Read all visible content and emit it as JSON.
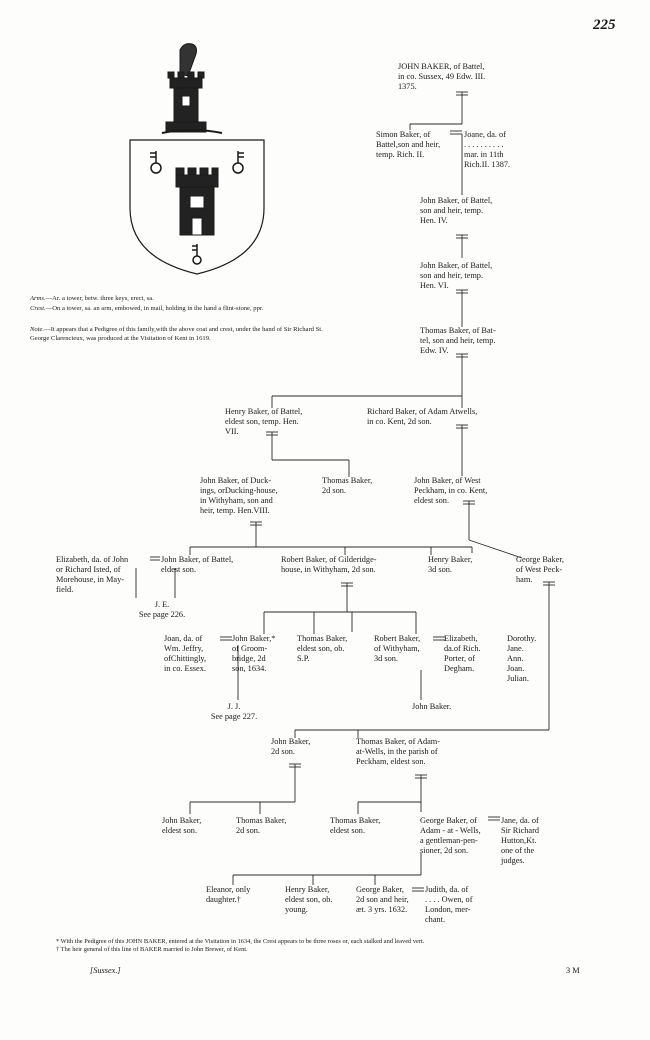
{
  "page_number": "225",
  "arms": {
    "arms_label": "Arms.",
    "arms_text": "—Ar. a tower, betw. three keys, erect, sa.",
    "crest_label": "Crest.",
    "crest_text": "—On a tower, sa. an arm, embowed, in mail, holding in the hand a flint-stone, ppr.",
    "note_label": "Note.",
    "note_text": "—It appears that a Pedigree of this family,with the above coat and crest, under the hand of Sir Richard St. George Clarencieux, was produced at the Visitation of Kent in 1619."
  },
  "people": {
    "john_1375": "JOHN BAKER, of Battel,\nin co. Sussex, 49 Edw. III.\n1375.",
    "simon": "Simon Baker, of\nBattel,son and heir,\ntemp. Rich. II.",
    "joane": "Joane, da. of\n. . . .  . . . . . .\nmar. in 11th\nRich.II. 1387.",
    "john_hen4": "John Baker, of Battel,\nson and heir, temp.\nHen. IV.",
    "john_hen6": "John Baker, of Battel,\nson and heir, temp.\nHen. VI.",
    "thomas_edw4": "Thomas Baker, of Bat-\ntel, son and heir, temp.\nEdw. IV.",
    "henry_hen7": "Henry Baker, of Battel,\neldest son, temp. Hen.\nVII.",
    "richard_adam": "Richard Baker, of Adam Atwells,\nin co. Kent, 2d son.",
    "john_duck": "John Baker, of Duck-\nings, orDucking-house,\nin Withyham, son and\nheir, temp. Hen.VIII.",
    "thomas_2d": "Thomas Baker,\n2d son.",
    "john_peckham": "John Baker, of West\nPeckham, in co. Kent,\neldest son.",
    "elizabeth_isted": "Elizabeth, da. of John\nor Richard Isted, of\nMorehouse, in May-\nfield.",
    "john_battel_eld": "John Baker, of Battel,\neldest son.",
    "robert_gild": "Robert Baker, of Gilderidge-\nhouse, in Withyham, 2d son.",
    "henry_3d": "Henry Baker,\n3d son.",
    "george_west": "George Baker,\nof West Peck-\nham.",
    "je_ref": "J. E.\nSee page 226.",
    "joan_jeffry": "Joan, da. of\nWm. Jeffry,\nofChittingly,\nin co. Essex.",
    "john_groom": "John Baker,*\nof Groom-\nbridge, 2d\nson, 1634.",
    "thomas_sp": "Thomas Baker,\neldest son, ob.\nS.P.",
    "robert_withy": "Robert Baker,\nof Withyham,\n3d son.",
    "elizabeth_porter": "Elizabeth,\nda.of Rich.\nPorter, of\nDegham.",
    "daughters": "Dorothy.\nJane.\nAnn.\nJoan.\nJulian.",
    "jj_ref": "J. J.\nSee page 227.",
    "john_baker_son": "John Baker.",
    "john_2d": "John Baker,\n2d son.",
    "thomas_adam": "Thomas Baker, of Adam-\nat-Wells, in the parish of\nPeckham, eldest son.",
    "john_eld": "John Baker,\neldest son.",
    "thomas_2d_son": "Thomas Baker,\n2d son.",
    "thomas_eld": "Thomas Baker,\neldest son.",
    "george_adam": "George Baker, of\nAdam - at - Wells,\na gentleman-pen-\nsioner, 2d son.",
    "jane_hutton": "Jane, da. of\nSir Richard\nHutton,Kt.\none of the\njudges.",
    "eleanor": "Eleanor, only\ndaughter.†",
    "henry_young": "Henry Baker,\neldest son, ob.\nyoung.",
    "george_heir": "George Baker,\n2d son and heir,\næt. 3 yrs. 1632.",
    "judith": "Judith, da. of\n. . . . Owen, of\nLondon, mer-\nchant."
  },
  "footnotes": {
    "star": "*  With the Pedigree of this JOHN BAKER, entered at the Visitation in 1634, the Crest appears to be three roses or, each stalked and leaved vert.",
    "dagger": "†  The heir general of this line of BAKER married to John Brewer, of Kent."
  },
  "footer": {
    "county": "[Sussex.]",
    "signature": "3 M"
  },
  "colors": {
    "ink": "#1a1a1a",
    "paper": "#fdfdfb"
  },
  "icons": [
    "coat-of-arms-icon"
  ]
}
